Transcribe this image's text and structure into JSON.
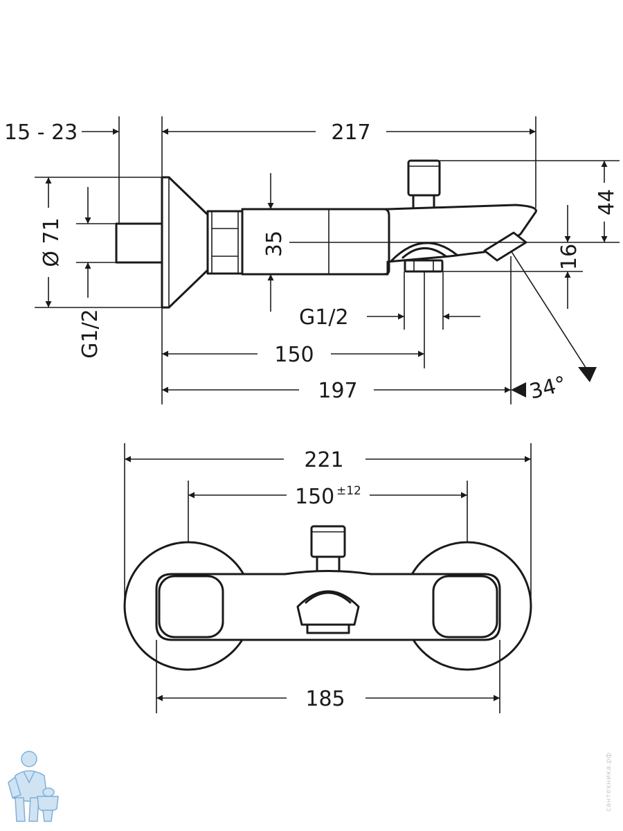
{
  "side_view": {
    "dim_wall_range": "15 - 23",
    "dim_total_length": "217",
    "dim_diameter": "Ø 71",
    "dim_connection_left": "G1/2",
    "dim_body_height": "35",
    "dim_connection_bottom": "G1/2",
    "dim_to_outlet": "150",
    "dim_to_spout": "197",
    "dim_spout_angle": "34°",
    "dim_diverter_height": "44",
    "dim_spout_drop": "16"
  },
  "front_view": {
    "dim_overall_width": "221",
    "dim_center_distance": "150",
    "dim_center_tolerance": "±12",
    "dim_body_width": "185"
  },
  "watermark": {
    "text": "сантехника.рф"
  },
  "colors": {
    "line": "#1a1a1a",
    "background": "#ffffff",
    "mascot": "#cfe3f3"
  }
}
